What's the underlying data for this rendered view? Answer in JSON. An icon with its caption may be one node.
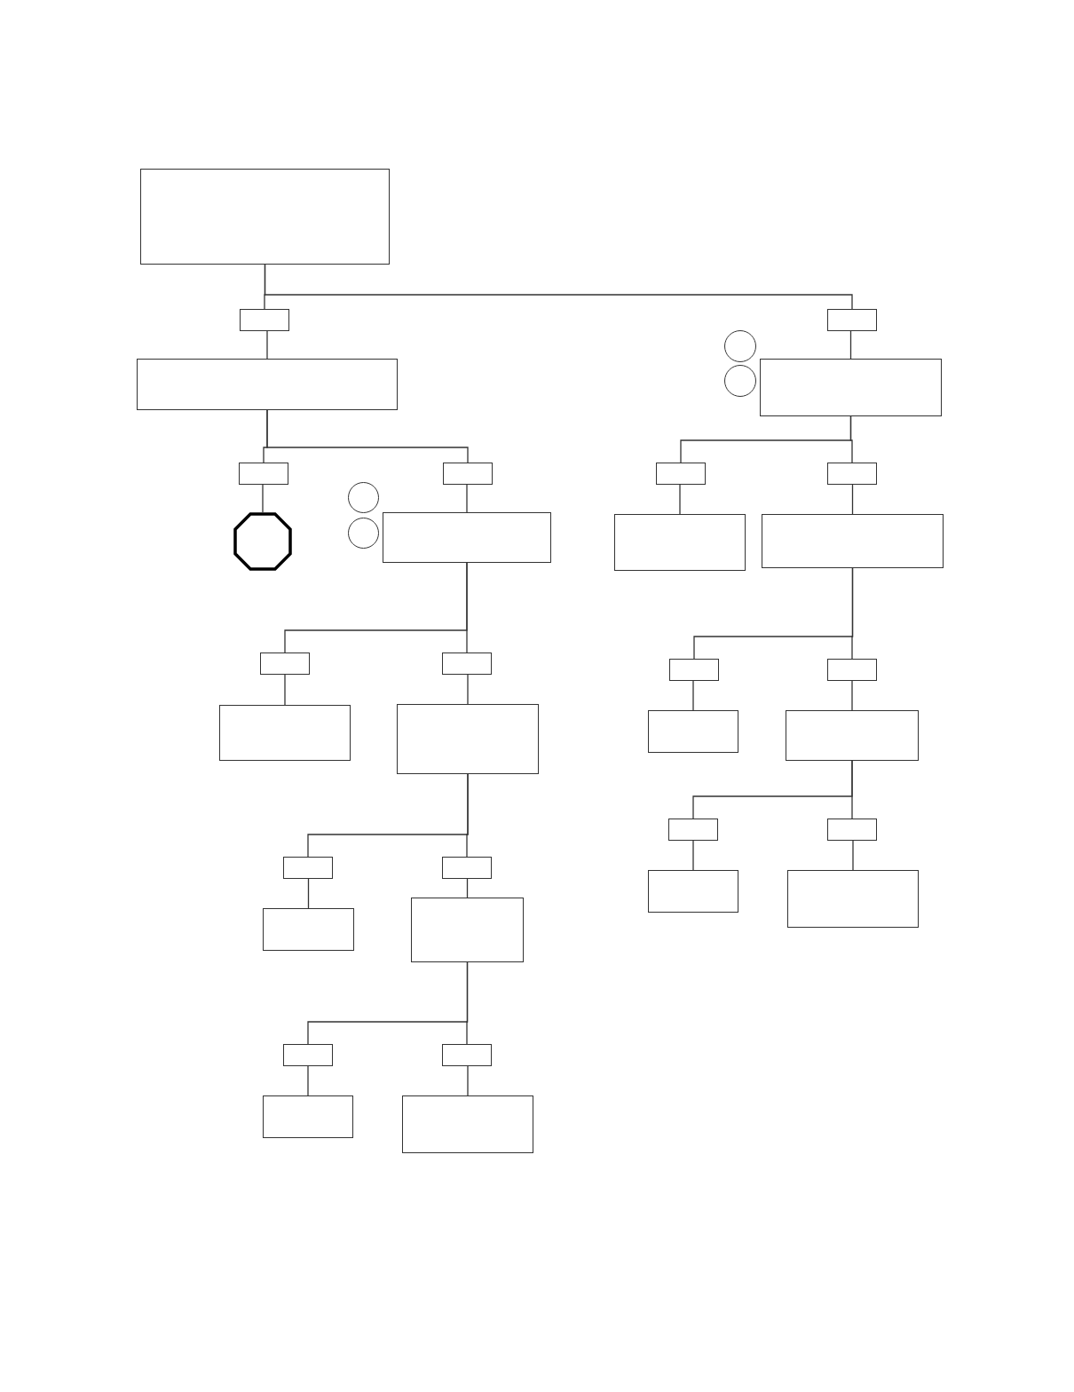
{
  "diagram": {
    "nodes": [
      {
        "text": [],
        "shape": "box"
      },
      {
        "text": [],
        "shape": "box"
      },
      {
        "text": [],
        "shape": "box"
      },
      {
        "text": [],
        "shape": "box"
      },
      {
        "text": [],
        "shape": "circle"
      },
      {
        "text": [],
        "shape": "circle"
      },
      {
        "text": [],
        "shape": "box"
      },
      {
        "text": [],
        "shape": "box"
      },
      {
        "text": [],
        "shape": "box"
      },
      {
        "text": [],
        "shape": "box"
      },
      {
        "text": [],
        "shape": "box"
      },
      {
        "text": [],
        "shape": "octagon"
      },
      {
        "text": [],
        "shape": "circle"
      },
      {
        "text": [],
        "shape": "circle"
      },
      {
        "text": [],
        "shape": "box"
      },
      {
        "text": [],
        "shape": "box"
      },
      {
        "text": [],
        "shape": "box"
      },
      {
        "text": [],
        "shape": "box"
      },
      {
        "text": [],
        "shape": "box"
      },
      {
        "text": [],
        "shape": "box"
      },
      {
        "text": [],
        "shape": "box"
      },
      {
        "text": [],
        "shape": "box"
      },
      {
        "text": [],
        "shape": "box"
      },
      {
        "text": [],
        "shape": "box"
      },
      {
        "text": [],
        "shape": "box"
      },
      {
        "text": [],
        "shape": "box"
      },
      {
        "text": [],
        "shape": "box"
      },
      {
        "text": [],
        "shape": "box"
      },
      {
        "text": [],
        "shape": "box"
      },
      {
        "text": [],
        "shape": "box"
      },
      {
        "text": [],
        "shape": "box"
      },
      {
        "text": [],
        "shape": "box"
      },
      {
        "text": [],
        "shape": "box"
      },
      {
        "text": [],
        "shape": "box"
      },
      {
        "text": [],
        "shape": "box"
      },
      {
        "text": [],
        "shape": "box"
      },
      {
        "text": [],
        "shape": "box"
      }
    ],
    "edges": [
      {
        "from": 0,
        "to": 1,
        "arrow": "none"
      },
      {
        "from": 0,
        "to": 2,
        "arrow": "none"
      },
      {
        "from": 1,
        "to": 3,
        "arrow": "none"
      },
      {
        "from": 2,
        "to": 6,
        "arrow": "none"
      },
      {
        "from": 3,
        "to": 7,
        "arrow": "none"
      },
      {
        "from": 3,
        "to": 8,
        "arrow": "none"
      },
      {
        "from": 7,
        "to": 11,
        "arrow": "none"
      },
      {
        "from": 8,
        "to": 14,
        "arrow": "none"
      },
      {
        "from": 6,
        "to": 9,
        "arrow": "none"
      },
      {
        "from": 6,
        "to": 10,
        "arrow": "none"
      },
      {
        "from": 9,
        "to": 15,
        "arrow": "none"
      },
      {
        "from": 10,
        "to": 16,
        "arrow": "none"
      },
      {
        "from": 14,
        "to": 17,
        "arrow": "none"
      },
      {
        "from": 14,
        "to": 18,
        "arrow": "none"
      },
      {
        "from": 17,
        "to": 21,
        "arrow": "none"
      },
      {
        "from": 18,
        "to": 22,
        "arrow": "none"
      },
      {
        "from": 16,
        "to": 19,
        "arrow": "none"
      },
      {
        "from": 16,
        "to": 20,
        "arrow": "none"
      },
      {
        "from": 19,
        "to": 23,
        "arrow": "none"
      },
      {
        "from": 20,
        "to": 24,
        "arrow": "none"
      },
      {
        "from": 22,
        "to": 27,
        "arrow": "none"
      },
      {
        "from": 22,
        "to": 28,
        "arrow": "none"
      },
      {
        "from": 27,
        "to": 31,
        "arrow": "none"
      },
      {
        "from": 28,
        "to": 32,
        "arrow": "none"
      },
      {
        "from": 24,
        "to": 25,
        "arrow": "none"
      },
      {
        "from": 24,
        "to": 26,
        "arrow": "none"
      },
      {
        "from": 25,
        "to": 29,
        "arrow": "none"
      },
      {
        "from": 26,
        "to": 30,
        "arrow": "none"
      },
      {
        "from": 32,
        "to": 33,
        "arrow": "none"
      },
      {
        "from": 32,
        "to": 34,
        "arrow": "none"
      },
      {
        "from": 33,
        "to": 35,
        "arrow": "none"
      },
      {
        "from": 34,
        "to": 36,
        "arrow": "none"
      }
    ]
  }
}
